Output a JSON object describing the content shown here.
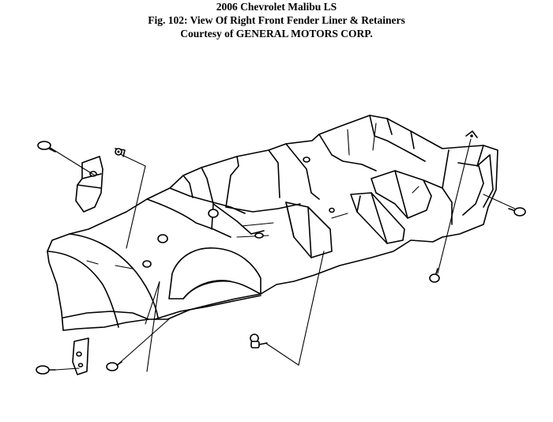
{
  "header": {
    "vehicle": "2006 Chevrolet Malibu LS",
    "figure_title": "Fig. 102: View Of Right Front Fender Liner & Retainers",
    "courtesy": "Courtesy of GENERAL MOTORS CORP."
  },
  "diagram": {
    "subject": "right-front-fender-liner",
    "retainer_count": 7
  }
}
